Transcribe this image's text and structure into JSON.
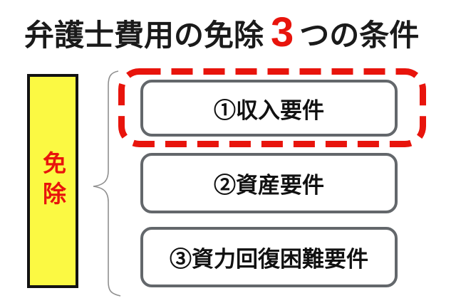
{
  "title": {
    "prefix": "弁護士費用の免除",
    "count": "3",
    "suffix": "つの条件"
  },
  "left_label": {
    "text": "免除"
  },
  "conditions": [
    {
      "label": "①収入要件"
    },
    {
      "label": "②資産要件"
    },
    {
      "label": "③資力回復困難要件"
    }
  ],
  "highlight": {
    "style": "red-dashed-rounded-outline",
    "around": "①収入要件"
  },
  "colors": {
    "accent_red": "#e8140c",
    "highlight_yellow": "#fbf943",
    "box_border_gray": "#63676b",
    "brace_gray": "#8f8f8f",
    "text_black": "#1a1a1a",
    "background": "#ffffff"
  }
}
